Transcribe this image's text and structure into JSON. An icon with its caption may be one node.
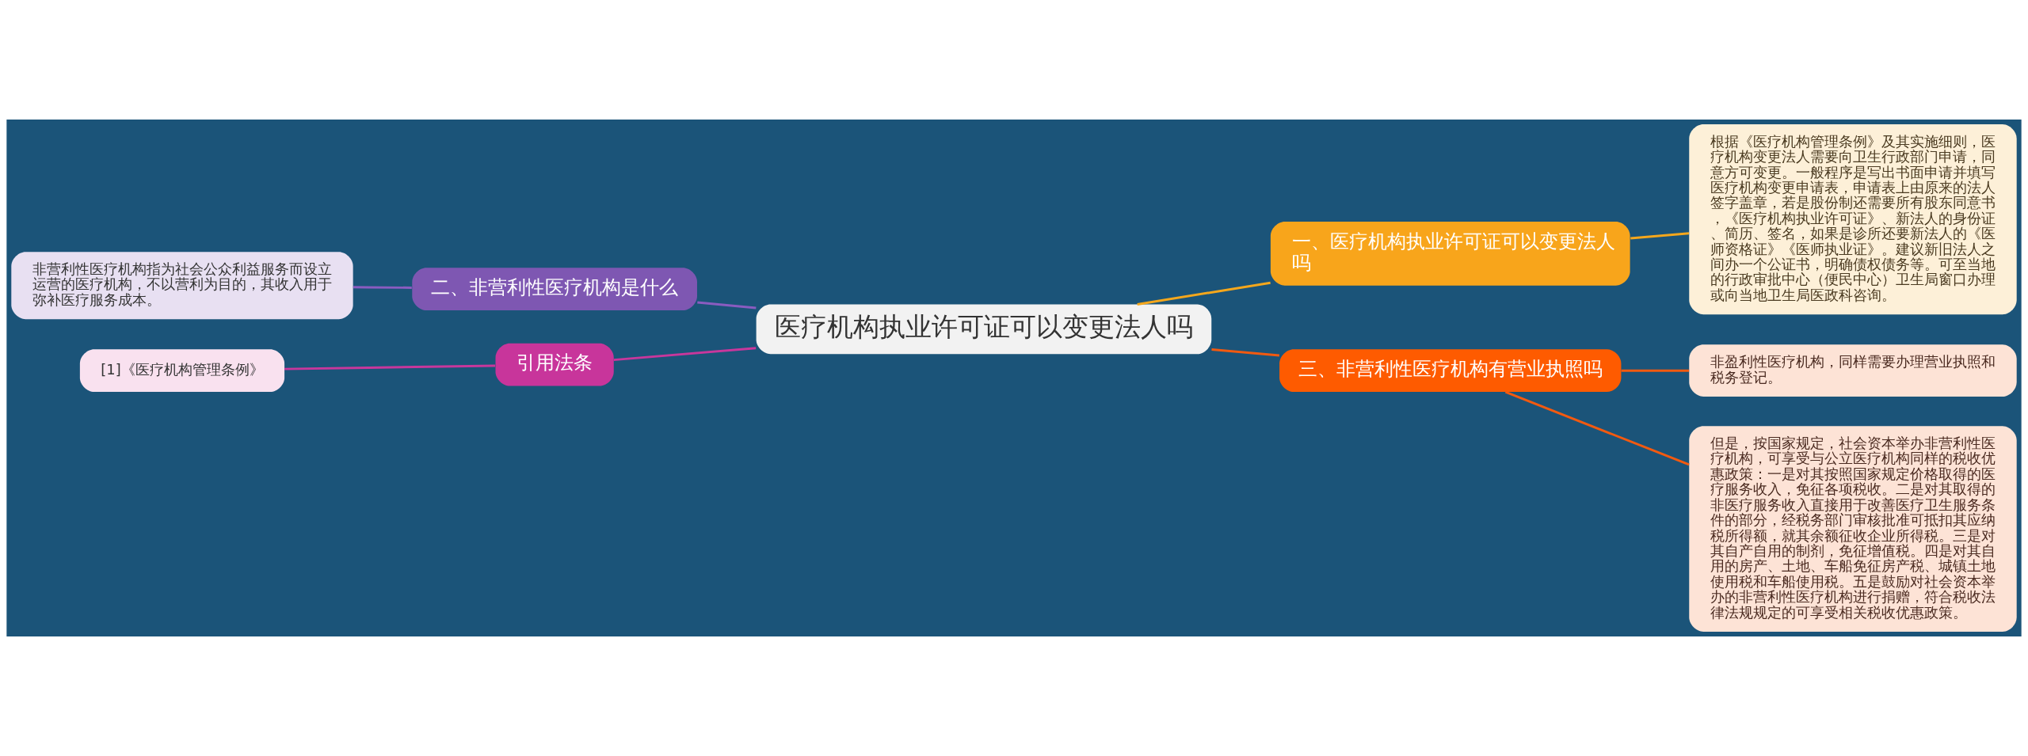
{
  "diagram": {
    "nodes": [
      {
        "text": [
          "医疗机构执业许可证可以变更法人吗"
        ]
      },
      {
        "text": [
          "一、医疗机构执业许可证可以变更法人吗"
        ]
      },
      {
        "text": [
          "根据《医疗机构管理条例》及其实施细则，医疗机构变更法人需要向卫生行政部门申请，同意方可变更。一般程序是写出书面申请并填写医疗机构变更申请表，申请表上由原来的法人签字盖章，若是股份制还需要所有股东同意书，《医疗机构执业许可证》、新法人的身份证、简历、签名，如果是诊所还要新法人的《医师资格证》《医师执业证》。建议新旧法人之间办一个公证书，明确债权债务等。可至当地的行政审批中心（便民中心）卫生局窗口办理或向当地卫生局医政科咨询。"
        ]
      },
      {
        "text": [
          "三、非营利性医疗机构有营业执照吗"
        ]
      },
      {
        "text": [
          "非盈利性医疗机构，同样需要办理营业执照和税务登记。"
        ]
      },
      {
        "text": [
          "但是，按国家规定，社会资本举办非营利性医疗机构，可享受与公立医疗机构同样的税收优惠政策：一是对其按照国家规定价格取得的医疗服务收入，免征各项税收。二是对其取得的非医疗服务收入直接用于改善医疗卫生服务条件的部分，经税务部门审核批准可抵扣其应纳税所得额，就其余额征收企业所得税。三是对其自产自用的制剂，免征增值税。四是对其自用的房产、土地、车船免征房产税、城镇土地使用税和车船使用税。五是鼓励对社会资本举办的非营利性医疗机构进行捐赠，符合税收法律法规规定的可享受相关税收优惠政策。"
        ]
      },
      {
        "text": [
          "二、非营利性医疗机构是什么"
        ]
      },
      {
        "text": [
          "非营利性医疗机构指为社会公众利益服务而设立运营的医疗机构，不以营利为目的，其收入用于弥补医疗服务成本。"
        ]
      },
      {
        "text": [
          "引用法条"
        ]
      },
      {
        "text": [
          "[1]《医疗机构管理条例》"
        ]
      }
    ],
    "edges": [
      {
        "from": 0,
        "to": 1,
        "arrow": "none",
        "color": "#f5a71c"
      },
      {
        "from": 1,
        "to": 2,
        "arrow": "none",
        "color": "#f5a71c"
      },
      {
        "from": 0,
        "to": 3,
        "arrow": "none",
        "color": "#f25a10"
      },
      {
        "from": 3,
        "to": 4,
        "arrow": "none",
        "color": "#f25a10"
      },
      {
        "from": 3,
        "to": 5,
        "arrow": "none",
        "color": "#f25a10"
      },
      {
        "from": 7,
        "to": 6,
        "arrow": "none",
        "color": "#8a5cc0"
      },
      {
        "from": 6,
        "to": 0,
        "arrow": "none",
        "color": "#8a5cc0"
      },
      {
        "from": 9,
        "to": 8,
        "arrow": "none",
        "color": "#c8379c"
      },
      {
        "from": 8,
        "to": 0,
        "arrow": "none",
        "color": "#c8379c"
      }
    ]
  }
}
